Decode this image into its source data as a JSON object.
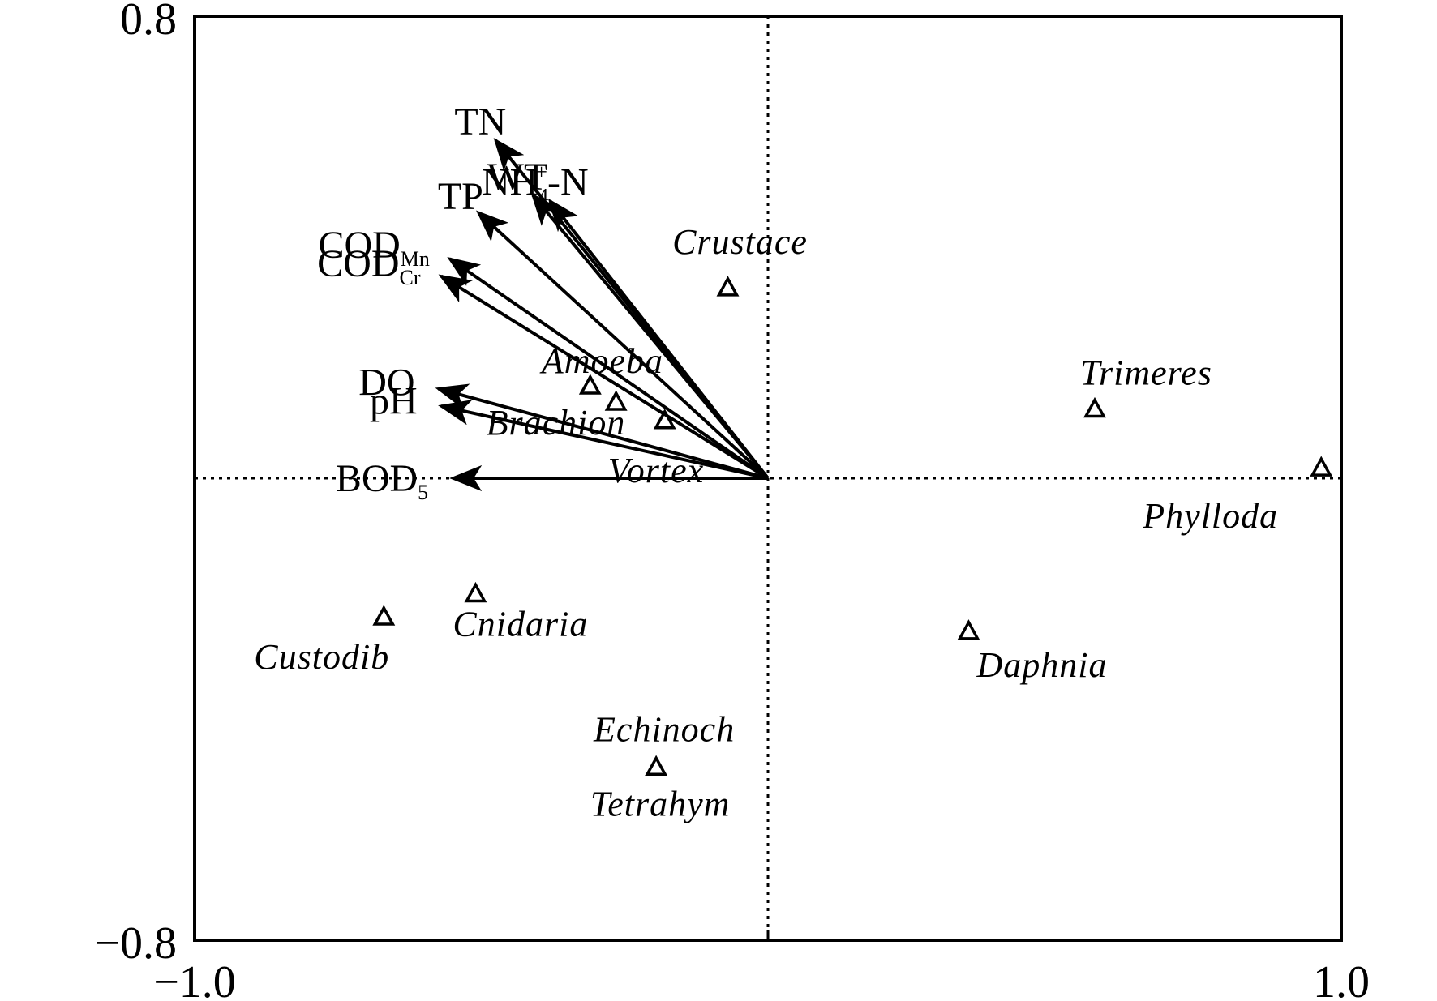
{
  "chart_data": {
    "type": "scatter",
    "subtype": "ordination-biplot",
    "xlim": [
      -1.0,
      1.0
    ],
    "ylim": [
      -0.8,
      0.8
    ],
    "x_ticks": [
      {
        "value": -1.0,
        "label": "−1.0"
      },
      {
        "value": 1.0,
        "label": "1.0"
      }
    ],
    "y_ticks": [
      {
        "value": 0.8,
        "label": "0.8"
      },
      {
        "value": -0.8,
        "label": "−0.8"
      }
    ],
    "grid": false,
    "zero_lines": "dotted",
    "env_vectors": [
      {
        "name": "TN",
        "sub": "",
        "sup": "",
        "x": -0.475,
        "y": 0.585
      },
      {
        "name": "NH",
        "sub": "4",
        "sup": "+",
        "suffix": "-N",
        "x": -0.38,
        "y": 0.48
      },
      {
        "name": "WT",
        "sub": "",
        "sup": "",
        "x": -0.41,
        "y": 0.49
      },
      {
        "name": "TP",
        "sub": "",
        "sup": "",
        "x": -0.505,
        "y": 0.46
      },
      {
        "name": "COD",
        "sub": "Mn",
        "sup": "",
        "x": -0.555,
        "y": 0.38
      },
      {
        "name": "COD",
        "sub": "Cr",
        "sup": "",
        "x": -0.57,
        "y": 0.35
      },
      {
        "name": "DO",
        "sub": "",
        "sup": "",
        "x": -0.575,
        "y": 0.155
      },
      {
        "name": "pH",
        "sub": "",
        "sup": "",
        "x": -0.57,
        "y": 0.125
      },
      {
        "name": "BOD",
        "sub": "5",
        "sup": "",
        "x": -0.55,
        "y": 0.0
      }
    ],
    "species": [
      {
        "name": "Crustace",
        "x": -0.07,
        "y": 0.33
      },
      {
        "name": "Amoeba",
        "x": -0.31,
        "y": 0.16
      },
      {
        "name": "Brachion",
        "x": -0.265,
        "y": 0.132
      },
      {
        "name": "Vortex",
        "x": -0.18,
        "y": 0.1
      },
      {
        "name": "Trimeres",
        "x": 0.57,
        "y": 0.12
      },
      {
        "name": "Phylloda",
        "x": 0.965,
        "y": 0.018
      },
      {
        "name": "Cnidaria",
        "x": -0.51,
        "y": -0.2
      },
      {
        "name": "Custodib",
        "x": -0.67,
        "y": -0.24
      },
      {
        "name": "Daphnia",
        "x": 0.35,
        "y": -0.265
      },
      {
        "name": "Echinoch",
        "x": -0.195,
        "y": -0.5
      },
      {
        "name": "Tetrahym",
        "x": -0.195,
        "y": -0.5
      }
    ]
  }
}
